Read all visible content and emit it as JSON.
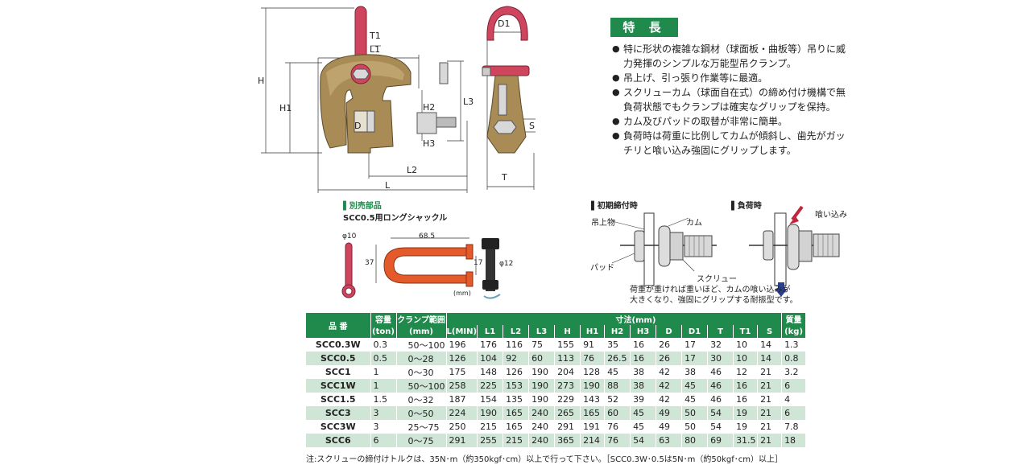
{
  "diagram_labels": {
    "H": "H",
    "H1": "H1",
    "L1": "L1",
    "T1": "T1",
    "D": "D",
    "H2": "H2",
    "H3": "H3",
    "L2": "L2",
    "L": "L",
    "L3": "L3",
    "D1": "D1",
    "S": "S",
    "T": "T"
  },
  "features": {
    "title": "特 長",
    "items": [
      "特に形状の複雑な鋼材（球面板・曲板等）吊りに威力発揮のシンプルな万能型吊クランプ。",
      "吊上げ、引っ張り作業等に最適。",
      "スクリューカム（球面自在式）の締め付け機構で無負荷状態でもクランプは確実なグリップを保持。",
      "カム及びパッドの取替が非常に簡単。",
      "負荷時は荷重に比例してカムが傾斜し、歯先がガッチリと喰い込み強固にグリップします。"
    ]
  },
  "parts": {
    "heading": "▌別売部品",
    "title": "SCC0.5用ロングシャックル",
    "dim_phi10": "φ10",
    "dim_685": "68.5",
    "dim_37": "37",
    "dim_17": "17",
    "dim_phi12": "φ12",
    "unit": "(mm)"
  },
  "mechanism": {
    "initial_title": "▌初期締付時",
    "loaded_title": "▌負荷時",
    "label_load": "吊上物",
    "label_cam": "カム",
    "label_pad": "パッド",
    "label_screw": "スクリュー",
    "label_bite": "喰い込み",
    "caption_line1": "荷重が重ければ重いほど、カムの喰い込みが",
    "caption_line2": "大きくなり、強固にグリップする耐振型です。"
  },
  "table": {
    "headers": {
      "model": "品 番",
      "capacity": "容量",
      "capacity_unit": "(ton)",
      "clamp_range": "クランプ範囲",
      "clamp_unit": "(mm)",
      "dims": "寸法(mm)",
      "mass": "質量",
      "mass_unit": "(kg)",
      "dim_cols": [
        "L(MIN)",
        "L1",
        "L2",
        "L3",
        "H",
        "H1",
        "H2",
        "H3",
        "D",
        "D1",
        "T",
        "T1",
        "S"
      ]
    },
    "rows": [
      [
        "SCC0.3W",
        "0.3",
        "50〜100",
        "196",
        "176",
        "116",
        "75",
        "155",
        "91",
        "35",
        "16",
        "26",
        "17",
        "32",
        "10",
        "14",
        "1.3"
      ],
      [
        "SCC0.5",
        "0.5",
        "0〜28",
        "126",
        "104",
        "92",
        "60",
        "113",
        "76",
        "26.5",
        "16",
        "26",
        "17",
        "30",
        "10",
        "14",
        "0.8"
      ],
      [
        "SCC1",
        "1",
        "0〜30",
        "175",
        "148",
        "126",
        "190",
        "204",
        "128",
        "45",
        "38",
        "42",
        "38",
        "46",
        "12",
        "21",
        "3.2"
      ],
      [
        "SCC1W",
        "1",
        "50〜100",
        "258",
        "225",
        "153",
        "190",
        "273",
        "190",
        "88",
        "38",
        "42",
        "45",
        "46",
        "16",
        "21",
        "6"
      ],
      [
        "SCC1.5",
        "1.5",
        "0〜32",
        "187",
        "154",
        "135",
        "190",
        "229",
        "143",
        "52",
        "39",
        "42",
        "45",
        "46",
        "16",
        "21",
        "4"
      ],
      [
        "SCC3",
        "3",
        "0〜50",
        "224",
        "190",
        "165",
        "240",
        "265",
        "165",
        "60",
        "45",
        "49",
        "50",
        "54",
        "19",
        "21",
        "6"
      ],
      [
        "SCC3W",
        "3",
        "25〜75",
        "250",
        "215",
        "165",
        "240",
        "291",
        "191",
        "76",
        "45",
        "49",
        "50",
        "54",
        "19",
        "21",
        "7.8"
      ],
      [
        "SCC6",
        "6",
        "0〜75",
        "291",
        "255",
        "215",
        "240",
        "365",
        "214",
        "76",
        "54",
        "63",
        "80",
        "69",
        "31.5",
        "21",
        "18"
      ]
    ]
  },
  "note": "注:スクリューの締付けトルクは、35N･m（約350kgf･cm）以上で行って下さい。［SCC0.3W･0.5は5N･m（約50kgf･cm）以上］",
  "colors": {
    "brand_green": "#1f8a4c",
    "row_alt": "#cfe5d6",
    "shackle_red": "#d0455e",
    "clamp_body": "#a98b55",
    "arrow_blue": "#2a3f8f"
  }
}
